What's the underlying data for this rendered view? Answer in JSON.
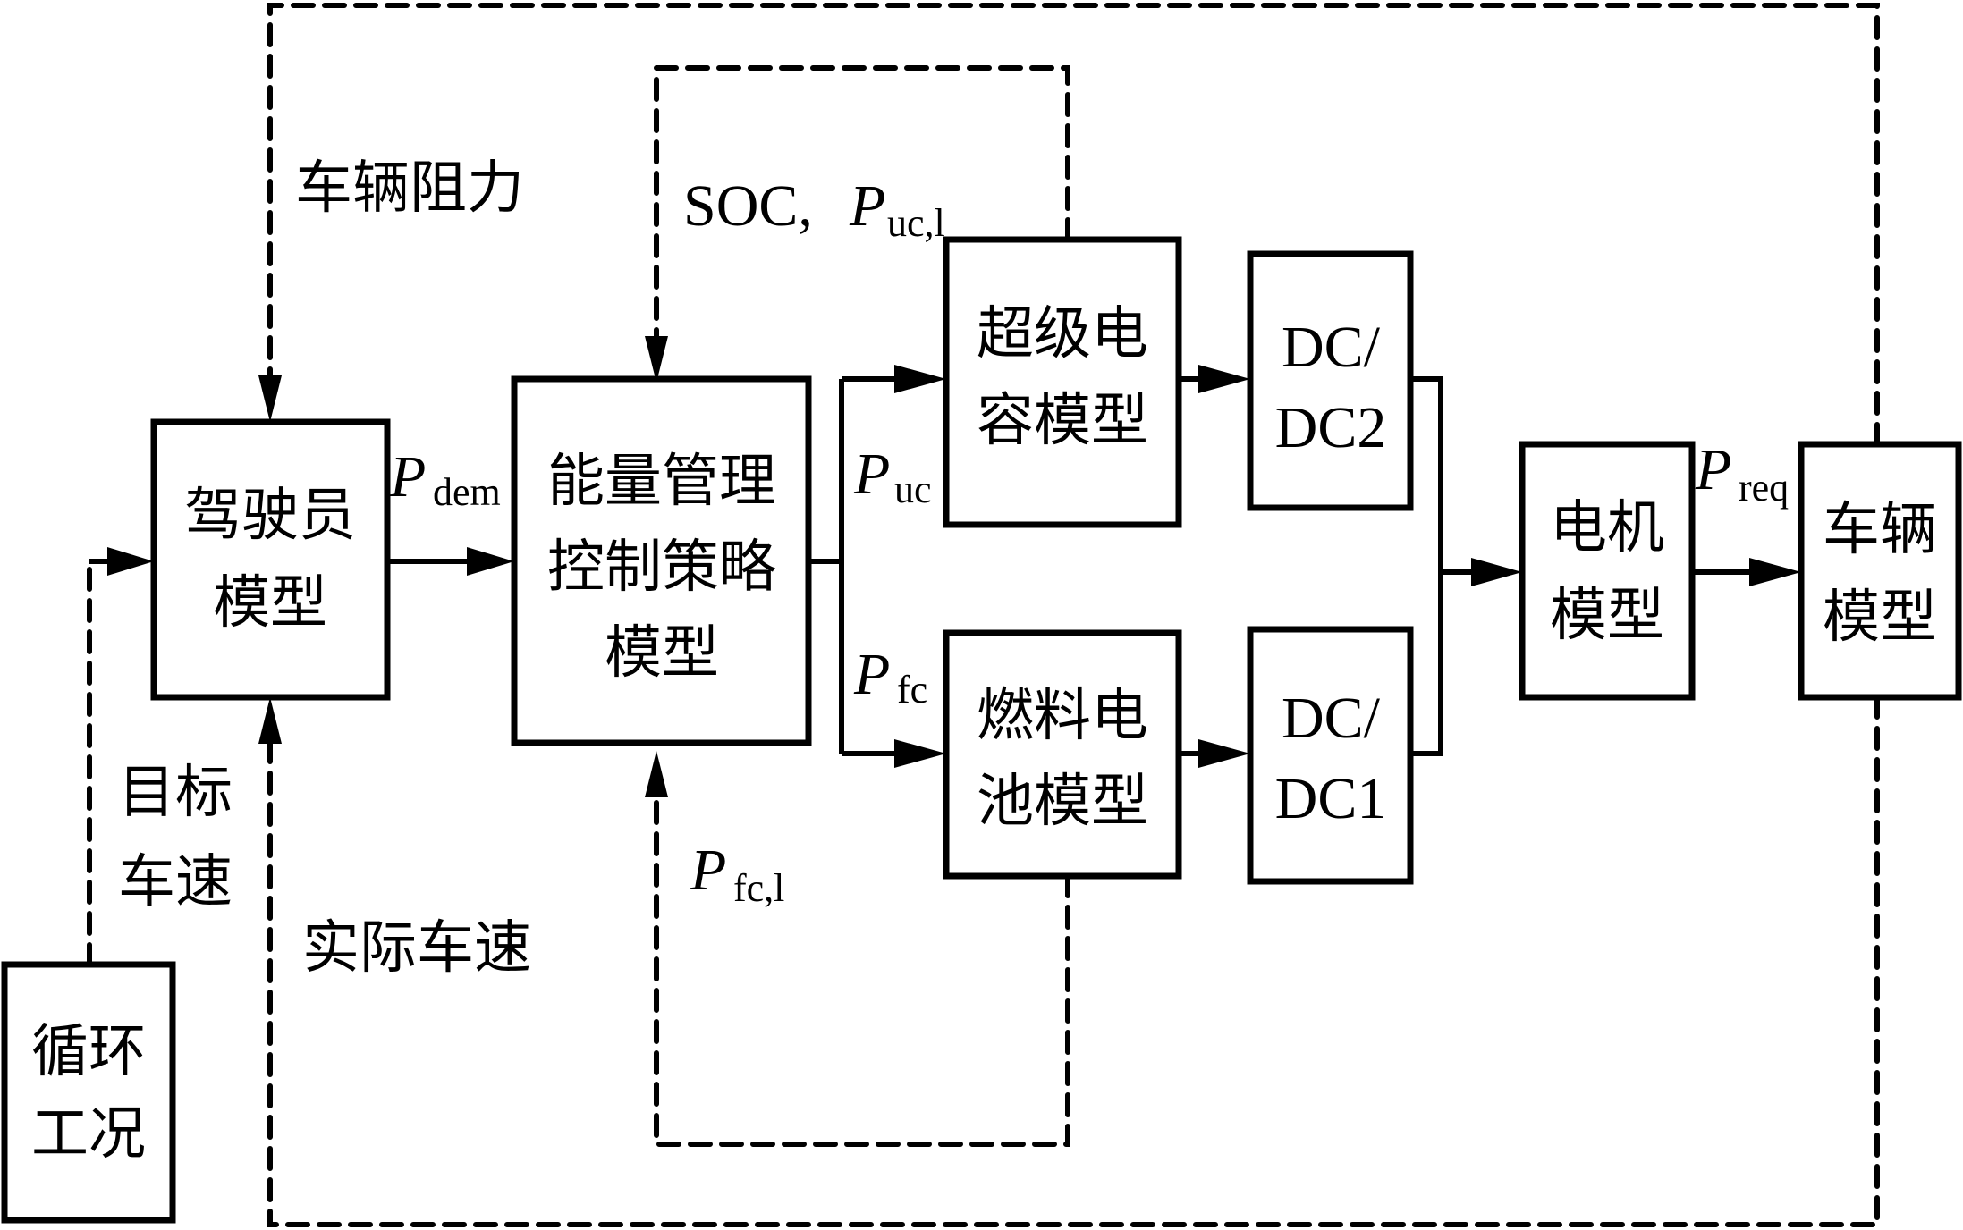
{
  "diagram": {
    "title": "Fuel cell / supercapacitor hybrid vehicle energy management simulation structure",
    "blocks": {
      "cycle": {
        "lines": [
          "循环",
          "工况"
        ]
      },
      "driver": {
        "lines": [
          "驾驶员",
          "模型"
        ]
      },
      "ems": {
        "lines": [
          "能量管理",
          "控制策略",
          "模型"
        ]
      },
      "supercap": {
        "lines": [
          "超级电",
          "容模型"
        ]
      },
      "fuelcell": {
        "lines": [
          "燃料电",
          "池模型"
        ]
      },
      "dcdc2": {
        "lines": [
          "DC/",
          "DC2"
        ]
      },
      "dcdc1": {
        "lines": [
          "DC/",
          "DC1"
        ]
      },
      "motor": {
        "lines": [
          "电机",
          "模型"
        ]
      },
      "vehicle": {
        "lines": [
          "车辆",
          "模型"
        ]
      }
    },
    "labels": {
      "vehicle_resistance": "车辆阻力",
      "target_speed": [
        "目标",
        "车速"
      ],
      "actual_speed": "实际车速",
      "soc_feedback_prefix": "SOC, ",
      "p_symbol": "P",
      "uc_limit_sub": "uc,l",
      "fc_limit_sub": "fc,l",
      "dem_sub": "dem",
      "uc_sub": "uc",
      "fc_sub": "fc",
      "req_sub": "req"
    },
    "line_styles": {
      "solid": "power flow",
      "dashed": "signal / feedback"
    }
  }
}
